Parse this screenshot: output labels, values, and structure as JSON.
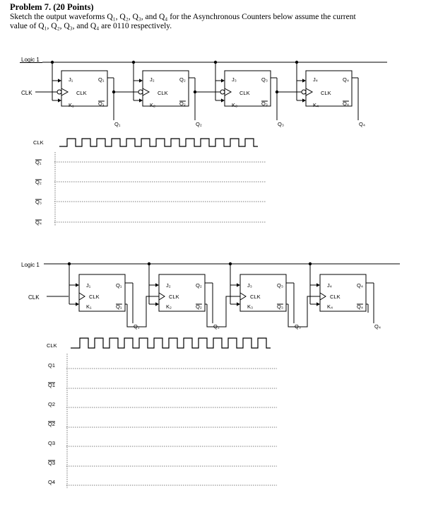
{
  "problem": {
    "title": "Problem 7. (20 Points)",
    "line1": "Sketch the output waveforms Q₁, Q₂, Q₃, and Q₄ for the Asynchronous Counters below assume the current",
    "line2": "value of Q₁, Q₂, Q₃, and Q₄ are 0110 respectively."
  },
  "circuit1": {
    "logic_label": "Logic 1",
    "clk_label": "CLK",
    "flipflops": [
      {
        "j": "J₁",
        "k": "K₁",
        "clk": "CLK",
        "q": "Q₁",
        "qbar": "Q₁",
        "out": "Q₁"
      },
      {
        "j": "J₂",
        "k": "K₂",
        "clk": "CLK",
        "q": "Q₂",
        "qbar": "Q₂",
        "out": "Q₂"
      },
      {
        "j": "J₃",
        "k": "K₃",
        "clk": "CLK",
        "q": "Q₃",
        "qbar": "Q₃",
        "out": "Q₃"
      },
      {
        "j": "J₄",
        "k": "K₄",
        "clk": "CLK",
        "q": "Q₄",
        "qbar": "Q₄",
        "out": "Q₄"
      }
    ],
    "timing_labels": [
      "CLK",
      "Q₁",
      "Q₂",
      "Q₃",
      "Q₄"
    ],
    "bar_labels": [
      false,
      true,
      true,
      true,
      true
    ],
    "clock_pulses": 13
  },
  "circuit2": {
    "logic_label": "Logic 1",
    "clk_label": "CLK",
    "flipflops": [
      {
        "j": "J₁",
        "k": "K₁",
        "clk": "CLK",
        "q": "Q₁",
        "qbar": "Q₁",
        "out": "Q₁"
      },
      {
        "j": "J₂",
        "k": "K₂",
        "clk": "CLK",
        "q": "Q₂",
        "qbar": "Q₂",
        "out": "Q₂"
      },
      {
        "j": "J₃",
        "k": "K₃",
        "clk": "CLK",
        "q": "Q₃",
        "qbar": "Q₃",
        "out": "Q₃"
      },
      {
        "j": "J₄",
        "k": "K₄",
        "clk": "CLK",
        "q": "Q₄",
        "qbar": "Q₄",
        "out": "Q₄"
      }
    ],
    "timing_labels": [
      "CLK",
      "Q1",
      "Q1",
      "Q2",
      "Q2",
      "Q3",
      "Q3",
      "Q4"
    ],
    "bar_labels": [
      false,
      false,
      true,
      false,
      true,
      false,
      true,
      false
    ],
    "clock_pulses": 13
  }
}
